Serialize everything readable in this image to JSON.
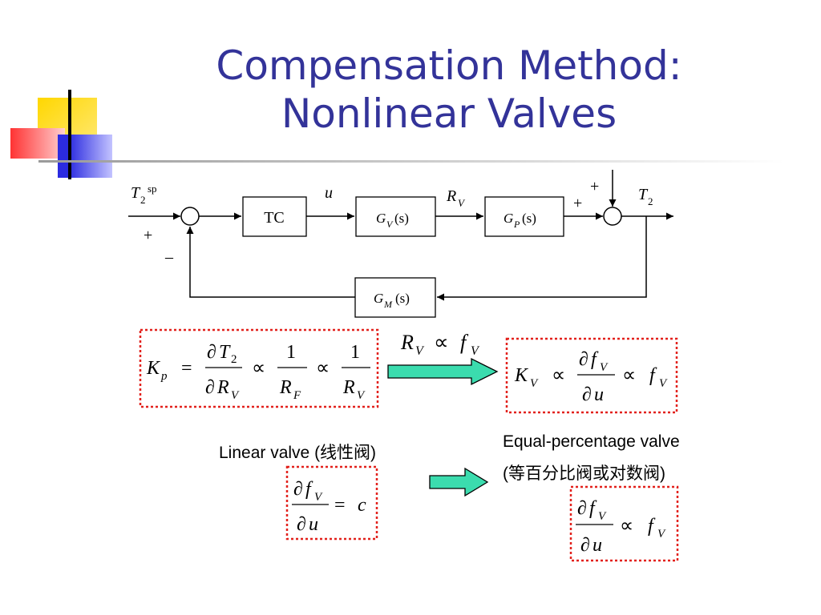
{
  "slide": {
    "title_line1": "Compensation Method:",
    "title_line2": "Nonlinear Valves"
  },
  "diagram": {
    "setpoint_var": "T",
    "setpoint_sub": "2",
    "setpoint_sup": "sp",
    "controller": "TC",
    "signal_u": "u",
    "signal_rv": "R",
    "signal_rv_sub": "V",
    "output_var": "T",
    "output_sub": "2",
    "plus_sign": "+",
    "minus_sign": "–",
    "valve_tf": {
      "g": "G",
      "sub": "V",
      "arg": "(s)"
    },
    "process_tf": {
      "g": "G",
      "sub": "P",
      "arg": "(s)"
    },
    "measurement_tf": {
      "g": "G",
      "sub": "M",
      "arg": "(s)"
    }
  },
  "equations": {
    "prop": "∝",
    "partial": "∂",
    "eq": "=",
    "one": "1",
    "k": "K",
    "p": "p",
    "r": "R",
    "v": "V",
    "f": "f",
    "ff": "F",
    "u": "u",
    "t": "T",
    "two": "2",
    "c": "c"
  },
  "captions": {
    "linear_valve": "Linear valve (线性阀)",
    "equal_percentage_line1": "Equal-percentage valve",
    "equal_percentage_line2": "(等百分比阀或对数阀)"
  }
}
